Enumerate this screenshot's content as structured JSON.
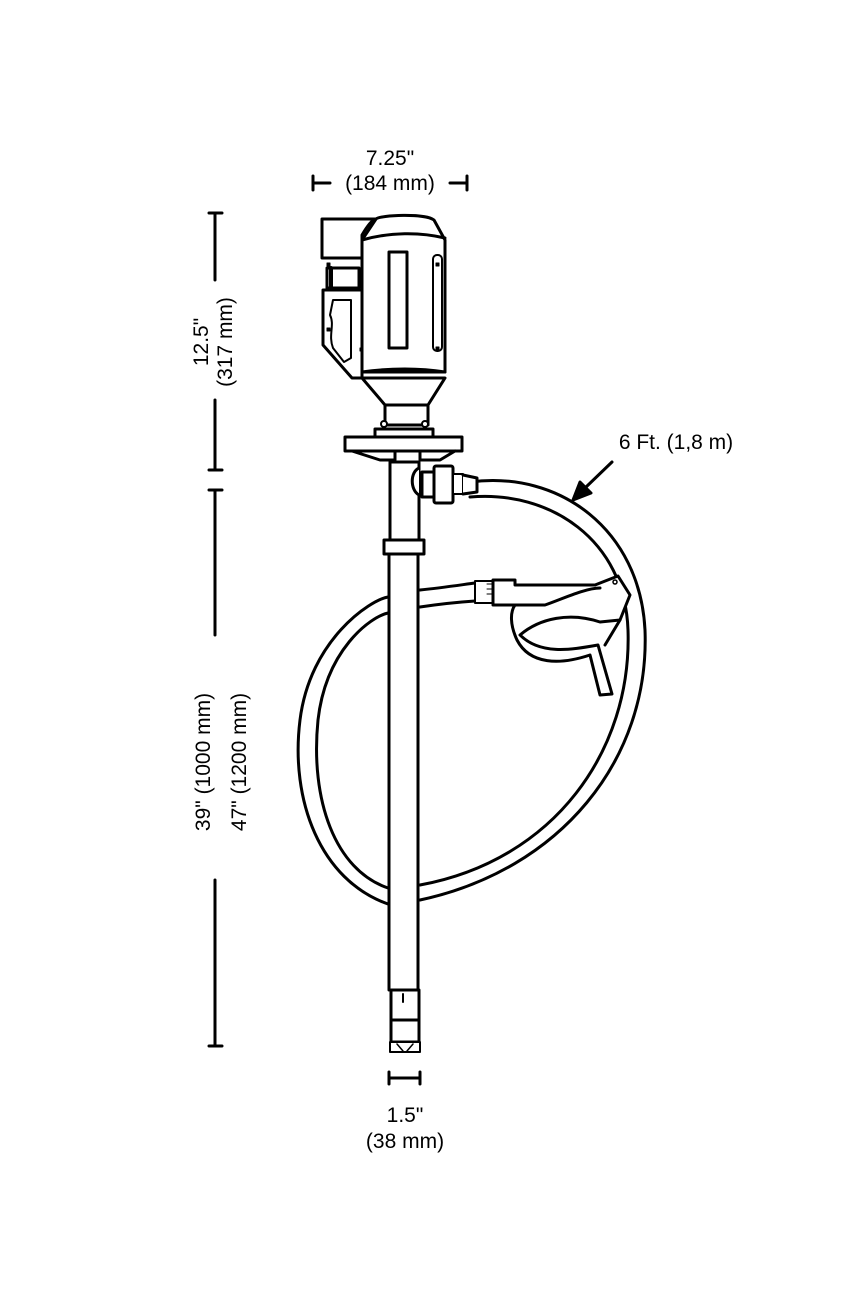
{
  "diagram": {
    "subject": "Drum pump with motor, pump tube, hose and nozzle",
    "colors": {
      "line": "#000000",
      "background": "#ffffff"
    },
    "dimensions": {
      "motor_width": {
        "imperial": "7.25\"",
        "metric": "(184 mm)"
      },
      "motor_height": {
        "imperial": "12.5\"",
        "metric": "(317 mm)"
      },
      "tube_length": {
        "line1": "39\" (1000 mm)",
        "line2": "47\" (1200 mm)"
      },
      "hose_length": {
        "label": "6 Ft. (1,8 m)"
      },
      "tube_diameter": {
        "imperial": "1.5\"",
        "metric": "(38 mm)"
      }
    },
    "components": [
      "motor",
      "flange",
      "outlet-fitting",
      "pump-tube",
      "hose",
      "nozzle",
      "foot-valve"
    ]
  }
}
